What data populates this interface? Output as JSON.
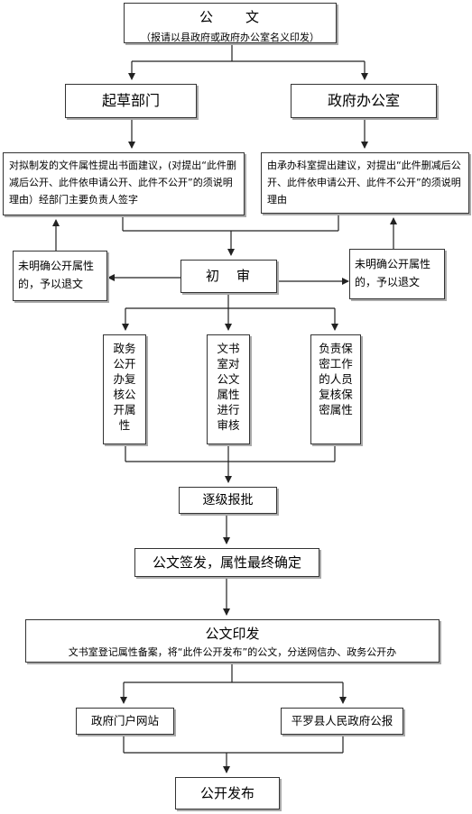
{
  "top": {
    "title": "公　　文",
    "subtitle": "（报请以县政府或政府办公室名义印发）"
  },
  "left_branch": {
    "title": "起草部门",
    "desc": "对拟制发的文件属性提出书面建议，(对提出“此件删减后公开、此件依申请公开、此件不公开”的须说明理由）经部门主要负责人签字",
    "reject": "未明确公开属性的，予以退文"
  },
  "right_branch": {
    "title": "政府办公室",
    "desc": "由承办科室提出建议，对提出“此件删减后公开、此件依申请公开、此件不公开”的须说明理由",
    "reject": "未明确公开属性的，予以退文"
  },
  "initial_review": "初　审",
  "reviews": [
    "政务公开办复核公开属性",
    "文书室对公文属性进行审核",
    "负责保密工作的人员复核保密属性"
  ],
  "approval": "逐级报批",
  "sign": "公文签发，属性最终确定",
  "print": {
    "title": "公文印发",
    "desc": "文书室登记属性备案，将“此件公开发布”的公文，分送网信办、政务公开办"
  },
  "outputs": [
    "政府门户网站",
    "平罗县人民政府公报"
  ],
  "publish": "公开发布"
}
